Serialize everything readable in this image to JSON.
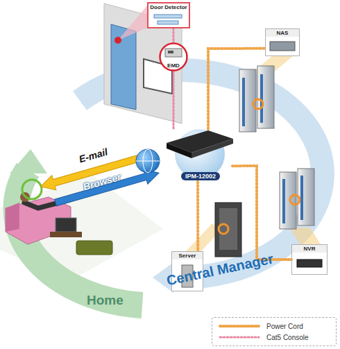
{
  "diagram": {
    "nodes": [
      {
        "text": [
          "Door Detector"
        ]
      },
      {
        "text": [
          "EMD"
        ]
      },
      {
        "text": [
          "NAS"
        ]
      },
      {
        "text": [
          "IPM-12002"
        ]
      },
      {
        "text": [
          "NVR"
        ]
      },
      {
        "text": [
          "Server"
        ]
      }
    ],
    "edges": [
      {
        "from": 0,
        "to": 1,
        "arrow": "none"
      },
      {
        "from": 1,
        "to": 3,
        "arrow": "none"
      },
      {
        "from": 3,
        "to": 2,
        "arrow": "none"
      },
      {
        "from": 3,
        "to": 4,
        "arrow": "none"
      },
      {
        "from": 3,
        "to": 5,
        "arrow": "none"
      }
    ],
    "labels": [
      "E-mail",
      "Browser",
      "Home",
      "Central Manager"
    ],
    "legend": [
      {
        "text": "Power Cord"
      },
      {
        "text": "Cat5 Console"
      }
    ]
  }
}
